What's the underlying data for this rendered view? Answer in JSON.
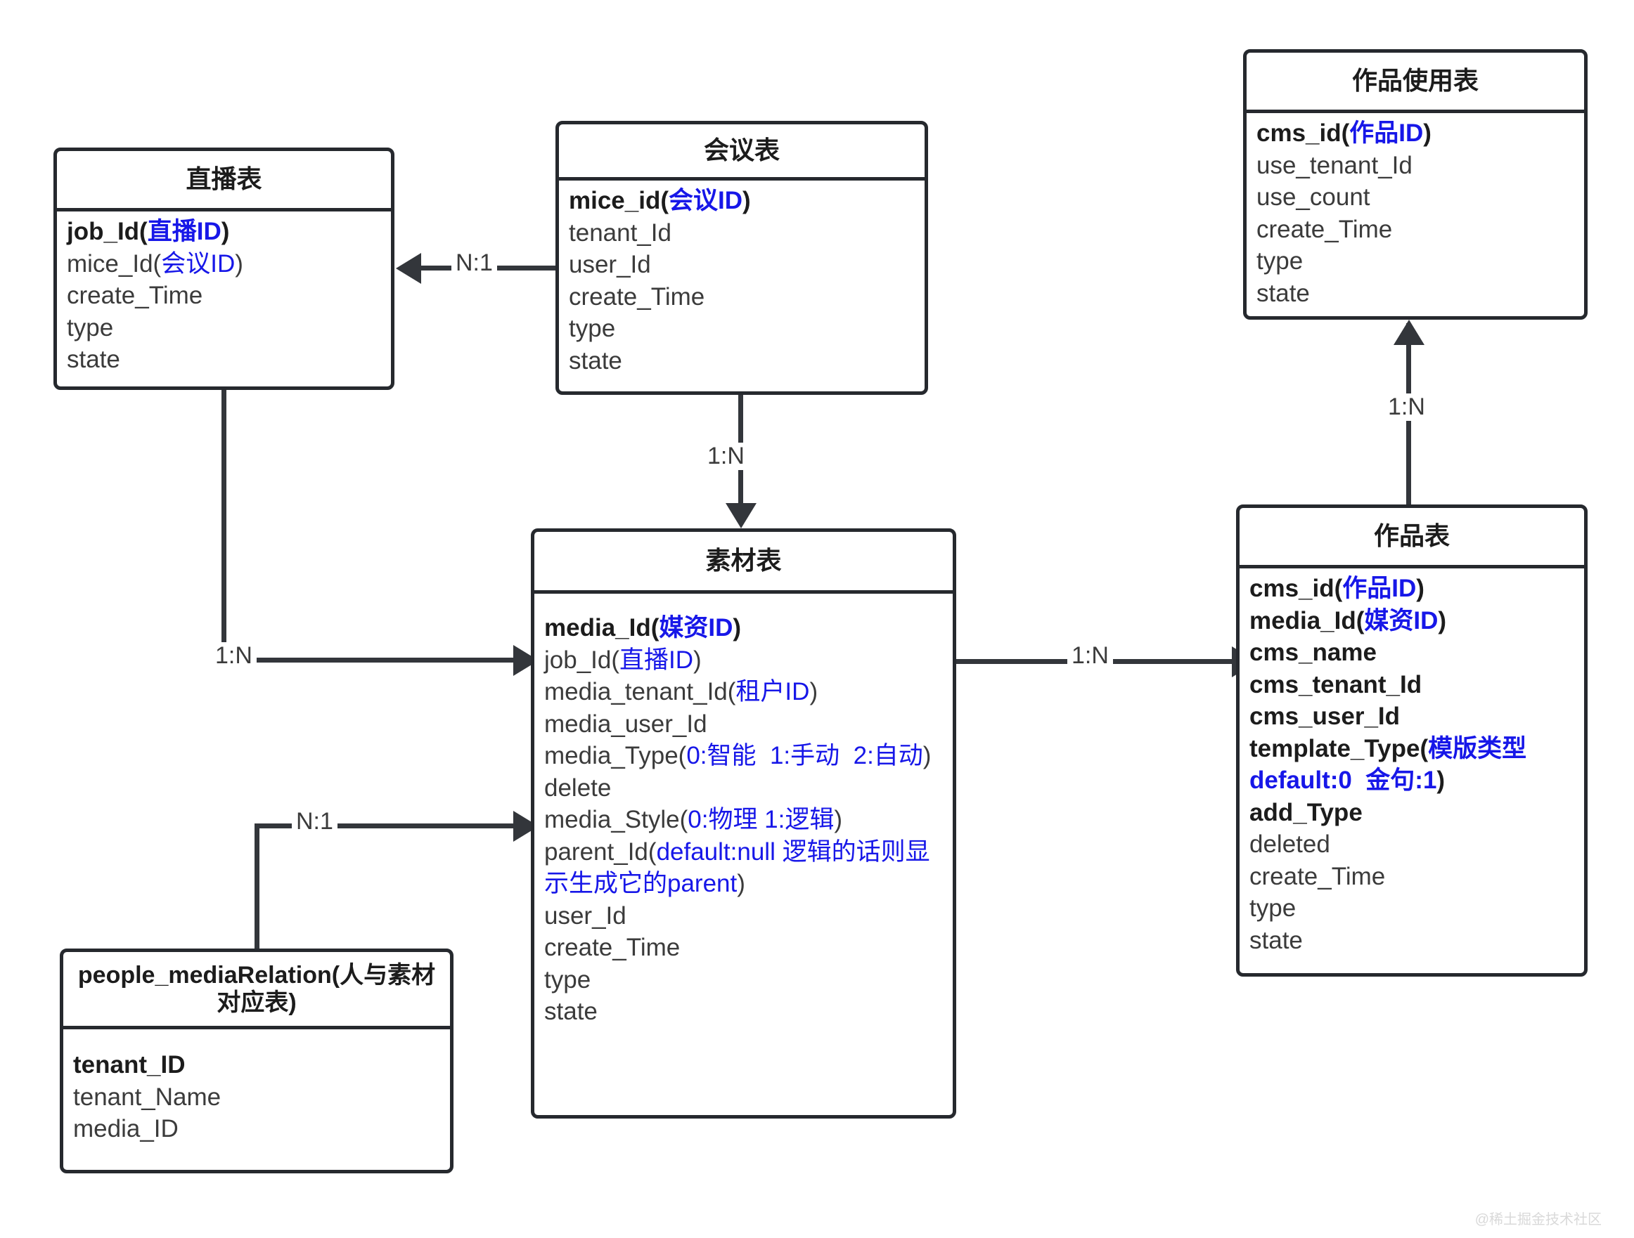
{
  "diagram": {
    "title_watermark": "@稀土掘金技术社区"
  },
  "entities": {
    "live": {
      "title": "直播表",
      "fields": [
        {
          "name": "job_Id",
          "cn": "直播ID",
          "pk": true
        },
        {
          "name": "mice_Id",
          "cn": "会议ID",
          "pk": false
        },
        {
          "name": "create_Time",
          "cn": "",
          "pk": false
        },
        {
          "name": "type",
          "cn": "",
          "pk": false
        },
        {
          "name": "state",
          "cn": "",
          "pk": false
        }
      ]
    },
    "meeting": {
      "title": "会议表",
      "fields": [
        {
          "name": "mice_id",
          "cn": "会议ID",
          "pk": true
        },
        {
          "name": "tenant_Id",
          "cn": "",
          "pk": false
        },
        {
          "name": "user_Id",
          "cn": "",
          "pk": false
        },
        {
          "name": "create_Time",
          "cn": "",
          "pk": false
        },
        {
          "name": "type",
          "cn": "",
          "pk": false
        },
        {
          "name": "state",
          "cn": "",
          "pk": false
        }
      ]
    },
    "media": {
      "title": "素材表",
      "fields": [
        {
          "name": "media_Id",
          "cn": "媒资ID",
          "pk": true
        },
        {
          "name": "job_Id",
          "cn": "直播ID",
          "pk": false
        },
        {
          "name": "media_tenant_Id",
          "cn": "租户ID",
          "pk": false
        },
        {
          "name": "media_user_Id",
          "cn": "",
          "pk": false
        },
        {
          "name": "media_Type",
          "cn": "0:智能  1:手动  2:自动",
          "pk": false
        },
        {
          "name": "delete",
          "cn": "",
          "pk": false
        },
        {
          "name": "media_Style",
          "cn": "0:物理 1:逻辑",
          "pk": false
        },
        {
          "name": "parent_Id",
          "cn": "default:null 逻辑的话则显示生成它的parent",
          "pk": false
        },
        {
          "name": "user_Id",
          "cn": "",
          "pk": false
        },
        {
          "name": "create_Time",
          "cn": "",
          "pk": false
        },
        {
          "name": "type",
          "cn": "",
          "pk": false
        },
        {
          "name": "state",
          "cn": "",
          "pk": false
        }
      ]
    },
    "peopleMediaRelation": {
      "title": "people_mediaRelation(人与素材对应表)",
      "fields": [
        {
          "name": "tenant_ID",
          "cn": "",
          "pk": true
        },
        {
          "name": "tenant_Name",
          "cn": "",
          "pk": false
        },
        {
          "name": "media_ID",
          "cn": "",
          "pk": false
        }
      ]
    },
    "cmsUsage": {
      "title": "作品使用表",
      "fields": [
        {
          "name": "cms_id",
          "cn": "作品ID",
          "pk": true
        },
        {
          "name": "use_tenant_Id",
          "cn": "",
          "pk": false
        },
        {
          "name": "use_count",
          "cn": "",
          "pk": false
        },
        {
          "name": "create_Time",
          "cn": "",
          "pk": false
        },
        {
          "name": "type",
          "cn": "",
          "pk": false
        },
        {
          "name": "state",
          "cn": "",
          "pk": false
        }
      ]
    },
    "cms": {
      "title": "作品表",
      "fields": [
        {
          "name": "cms_id",
          "cn": "作品ID",
          "pk": true
        },
        {
          "name": "media_Id",
          "cn": "媒资ID",
          "pk": true
        },
        {
          "name": "cms_name",
          "cn": "",
          "pk": true
        },
        {
          "name": "cms_tenant_Id",
          "cn": "",
          "pk": true
        },
        {
          "name": "cms_user_Id",
          "cn": "",
          "pk": true
        },
        {
          "name": "template_Type",
          "cn": "模版类型default:0  金句:1",
          "pk": true
        },
        {
          "name": "add_Type",
          "cn": "",
          "pk": true
        },
        {
          "name": "deleted",
          "cn": "",
          "pk": false
        },
        {
          "name": "create_Time",
          "cn": "",
          "pk": false
        },
        {
          "name": "type",
          "cn": "",
          "pk": false
        },
        {
          "name": "state",
          "cn": "",
          "pk": false
        }
      ]
    }
  },
  "relations": {
    "meeting_to_live": "N:1",
    "meeting_to_media": "1:N",
    "live_to_media": "1:N",
    "relation_to_media": "N:1",
    "media_to_cms": "1:N",
    "cms_to_usage": "1:N"
  }
}
